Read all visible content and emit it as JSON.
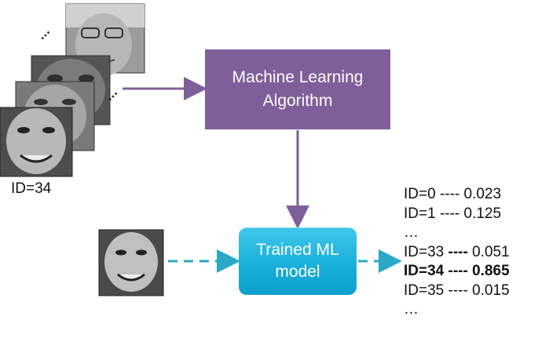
{
  "training_set": {
    "id_label": "ID=34",
    "ellipsis": "…"
  },
  "ml_algorithm": {
    "line1": "Machine Learning",
    "line2": "Algorithm"
  },
  "trained_model": {
    "line1": "Trained ML",
    "line2": "model"
  },
  "results": [
    {
      "id": "ID=0",
      "sep": " ---- ",
      "score": "0.023",
      "bold": false
    },
    {
      "id": "ID=1",
      "sep": " ---- ",
      "score": "0.125",
      "bold": false
    },
    {
      "ellipsis": "…"
    },
    {
      "id": "ID=33",
      "sep": " ---- ",
      "score": "0.051",
      "bold": false
    },
    {
      "id": "ID=34",
      "sep": " ---- ",
      "score": "0.865",
      "bold": true
    },
    {
      "id": "ID=35",
      "sep": " ---- ",
      "score": "0.015",
      "bold": false
    },
    {
      "ellipsis": "…"
    }
  ],
  "colors": {
    "algorithm_box": "#7f5f9a",
    "model_box": "#1ab0d9",
    "arrow_purple": "#7f5f9a",
    "arrow_dashed": "#2aa8c8"
  }
}
